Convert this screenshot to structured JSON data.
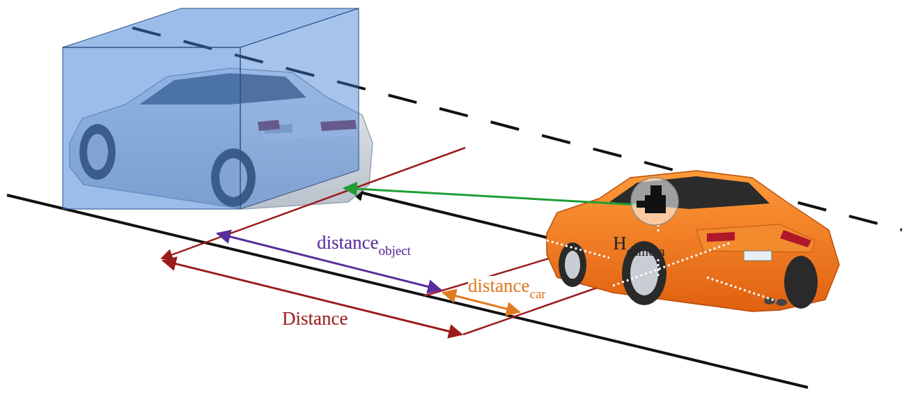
{
  "diagram": {
    "labels": [
      "distance",
      "object",
      "distance",
      "car",
      "Distance",
      "H",
      "camera"
    ]
  }
}
